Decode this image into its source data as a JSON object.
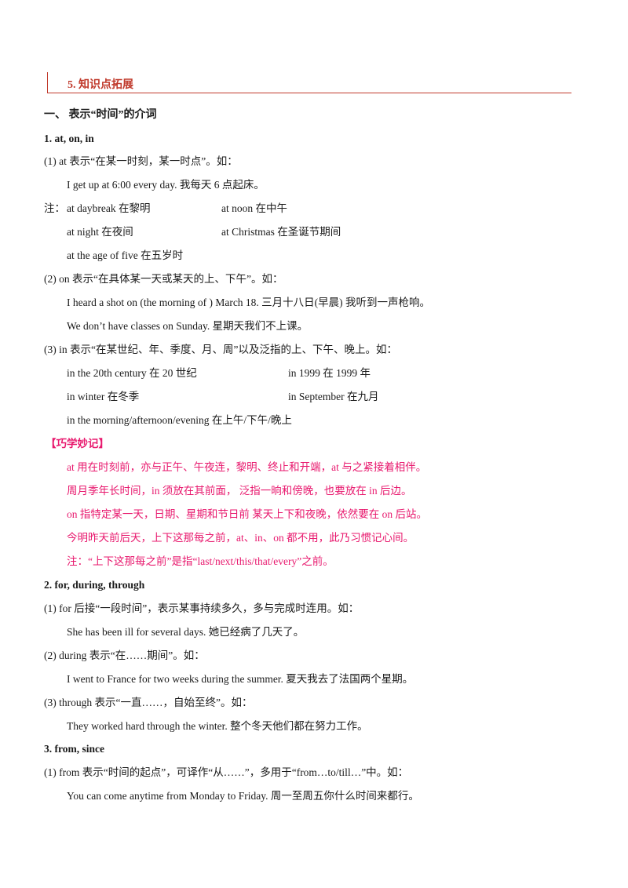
{
  "header": {
    "title": "5. 知识点拓展"
  },
  "section": {
    "title": "一、 表示“时间”的介词"
  },
  "s1": {
    "heading": "1. at, on, in",
    "p1": "(1) at 表示“在某一时刻，某一时点”。如：",
    "ex1": "I get up at 6:00 every day. 我每天 6 点起床。",
    "note_label": "注：",
    "note_a": "at daybreak 在黎明",
    "note_b": "at noon 在中午",
    "note_c": "at night 在夜间",
    "note_d": "at Christmas 在圣诞节期间",
    "note_e": "at the age of five 在五岁时",
    "p2": "(2) on 表示“在具体某一天或某天的上、下午”。如：",
    "ex2a": "I heard a shot on (the morning of ) March 18. 三月十八日(早晨) 我听到一声枪响。",
    "ex2b": "We don’t have classes on Sunday. 星期天我们不上课。",
    "p3": "(3) in 表示“在某世纪、年、季度、月、周”以及泛指的上、下午、晚上。如：",
    "ex3a": "in the 20th century 在 20 世纪",
    "ex3b": "in 1999 在 1999 年",
    "ex3c": "in winter 在冬季",
    "ex3d": "in September 在九月",
    "ex3e": "in the morning/afternoon/evening 在上午/下午/晚上"
  },
  "tip": {
    "title": "【巧学妙记】",
    "l1": "at 用在时刻前，亦与正午、午夜连，黎明、终止和开端，at 与之紧接着相伴。",
    "l2": "周月季年长时间，in 须放在其前面，  泛指一晌和傍晚，也要放在 in 后边。",
    "l3": "on 指特定某一天，日期、星期和节日前  某天上下和夜晚，依然要在 on 后站。",
    "l4": "今明昨天前后天，上下这那每之前，at、in、on 都不用，此乃习惯记心间。",
    "l5": "注：“上下这那每之前”是指“last/next/this/that/every”之前。"
  },
  "s2": {
    "heading": "2. for, during, through",
    "p1": "(1) for 后接“一段时间”，表示某事持续多久，多与完成时连用。如：",
    "ex1": "She has been ill for several days. 她已经病了几天了。",
    "p2": "(2) during 表示“在……期间”。如：",
    "ex2": "I went to France for two weeks during the summer. 夏天我去了法国两个星期。",
    "p3": "(3) through 表示“一直……，自始至终”。如：",
    "ex3": "They worked hard through the winter. 整个冬天他们都在努力工作。"
  },
  "s3": {
    "heading": "3. from, since",
    "p1": "(1) from 表示“时间的起点”，可译作“从……”，多用于“from…to/till…”中。如：",
    "ex1": "You can come anytime from Monday to Friday. 周一至周五你什么时间来都行。"
  },
  "colors": {
    "accent_red": "#c0392b",
    "tip_pink": "#e8196e"
  }
}
